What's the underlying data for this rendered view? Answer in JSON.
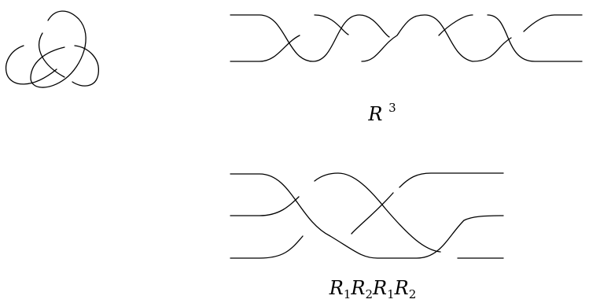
{
  "figure": {
    "captions": {
      "r_cubed": {
        "base": "R",
        "exponent": "3"
      },
      "product": [
        {
          "base": "R",
          "index": "1"
        },
        {
          "base": "R",
          "index": "2"
        },
        {
          "base": "R",
          "index": "1"
        },
        {
          "base": "R",
          "index": "2"
        }
      ]
    }
  }
}
